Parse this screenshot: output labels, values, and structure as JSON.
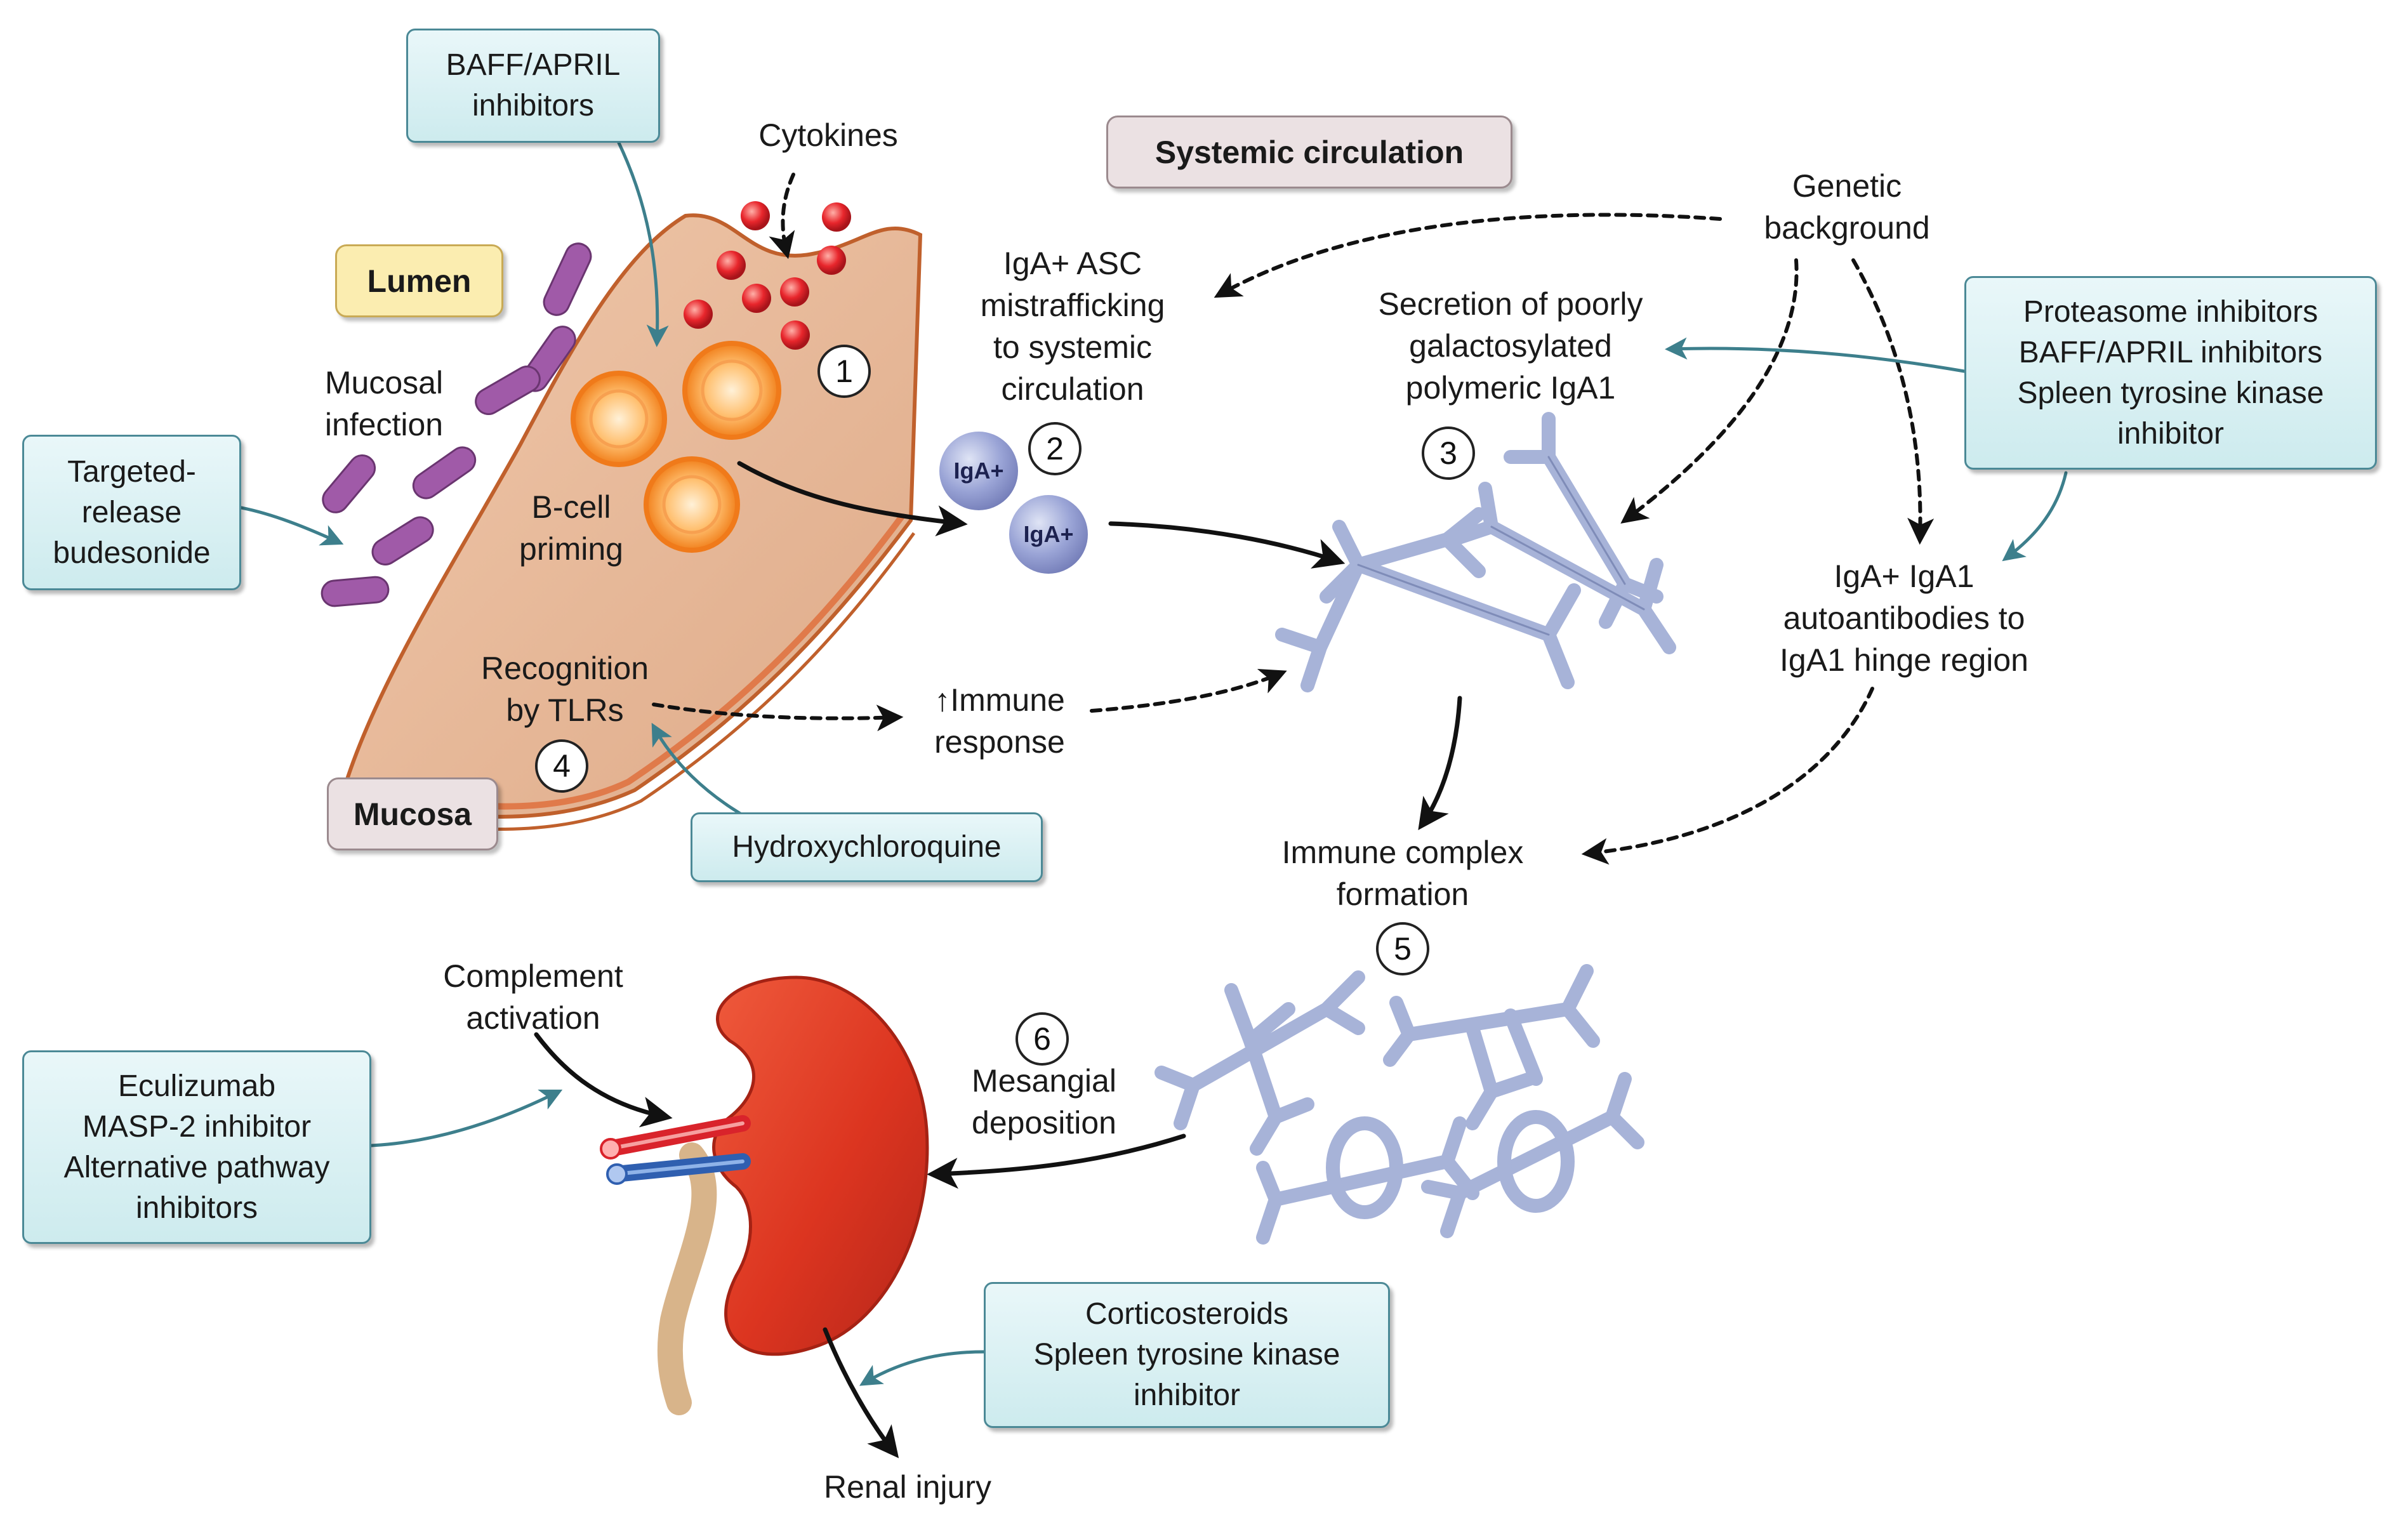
{
  "labels": {
    "cytokines": "Cytokines",
    "systemic_circulation": "Systemic circulation",
    "genetic_background": "Genetic\nbackground",
    "lumen": "Lumen",
    "iga_asc": "IgA+ ASC\nmistrafficking\nto systemic\ncirculation",
    "secretion": "Secretion of poorly\ngalactosylated\npolymeric IgA1",
    "mucosal_infection": "Mucosal\ninfection",
    "bcell_priming": "B-cell\npriming",
    "iga_cell": "IgA+",
    "autoantibodies": "IgA+ IgA1\nautoantibodies to\nIgA1 hinge region",
    "recognition": "Recognition\nby TLRs",
    "immune_response": "↑Immune\nresponse",
    "mucosa": "Mucosa",
    "immune_complex": "Immune complex\nformation",
    "complement": "Complement\nactivation",
    "mesangial": "Mesangial\ndeposition",
    "renal_injury": "Renal injury"
  },
  "drugs": {
    "baff_april": "BAFF/APRIL\ninhibitors",
    "budesonide": "Targeted-\nrelease\nbudesonide",
    "proteasome": "Proteasome inhibitors\nBAFF/APRIL inhibitors\nSpleen tyrosine kinase\ninhibitor",
    "hydroxychloroquine": "Hydroxychloroquine",
    "eculizumab": "Eculizumab\nMASP-2 inhibitor\nAlternative pathway\ninhibitors",
    "corticosteroids": "Corticosteroids\nSpleen tyrosine kinase\ninhibitor"
  },
  "steps": [
    "1",
    "2",
    "3",
    "4",
    "5",
    "6"
  ],
  "colors": {
    "drug_box_fill": "#d6eff2",
    "drug_box_border": "#4b8996",
    "mucosa": "#e8b89a",
    "kidney": "#e23a22",
    "antibody": "#a7b3d8",
    "bacteria": "#a05aa8",
    "cytokine": "#e4262c",
    "bcell": "#f58a2a",
    "inhibitor_arrow": "#3d7f8c"
  }
}
